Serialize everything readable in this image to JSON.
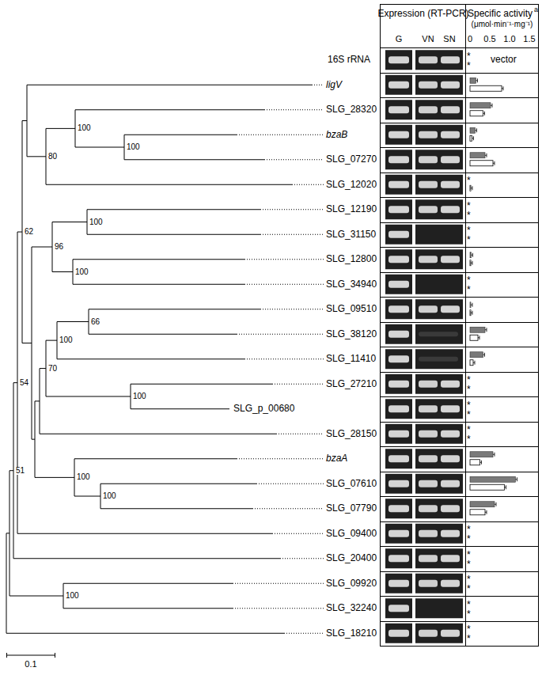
{
  "diagram": {
    "nodes": [
      {
        "text": [
          "Expression (RT-PCR)",
          "G",
          "VN",
          "SN"
        ]
      },
      {
        "text": [
          "Specific activity",
          "a",
          "(μmol·min⁻¹·mg⁻¹)",
          "0",
          "0.5",
          "1.0",
          "1.5"
        ]
      }
    ],
    "labels": [
      "16S rRNA",
      "vector",
      "*",
      "*",
      "ligV",
      "SLG_28320",
      "bzaB",
      "SLG_07270",
      "SLG_12020",
      "*",
      "SLG_12190",
      "*",
      "*",
      "SLG_31150",
      "*",
      "*",
      "SLG_12800",
      "SLG_34940",
      "*",
      "*",
      "SLG_09510",
      "SLG_38120",
      "SLG_11410",
      "SLG_27210",
      "*",
      "*",
      "SLG_p_00680",
      "*",
      "*",
      "SLG_28150",
      "*",
      "*",
      "bzaA",
      "SLG_07610",
      "SLG_07790",
      "SLG_09400",
      "*",
      "*",
      "SLG_20400",
      "*",
      "*",
      "SLG_09920",
      "*",
      "*",
      "SLG_32240",
      "*",
      "*",
      "SLG_18210",
      "*",
      "*",
      "100",
      "100",
      "80",
      "100",
      "96",
      "100",
      "66",
      "100",
      "70",
      "100",
      "100",
      "100",
      "62",
      "54",
      "51",
      "100",
      "0.1"
    ]
  }
}
